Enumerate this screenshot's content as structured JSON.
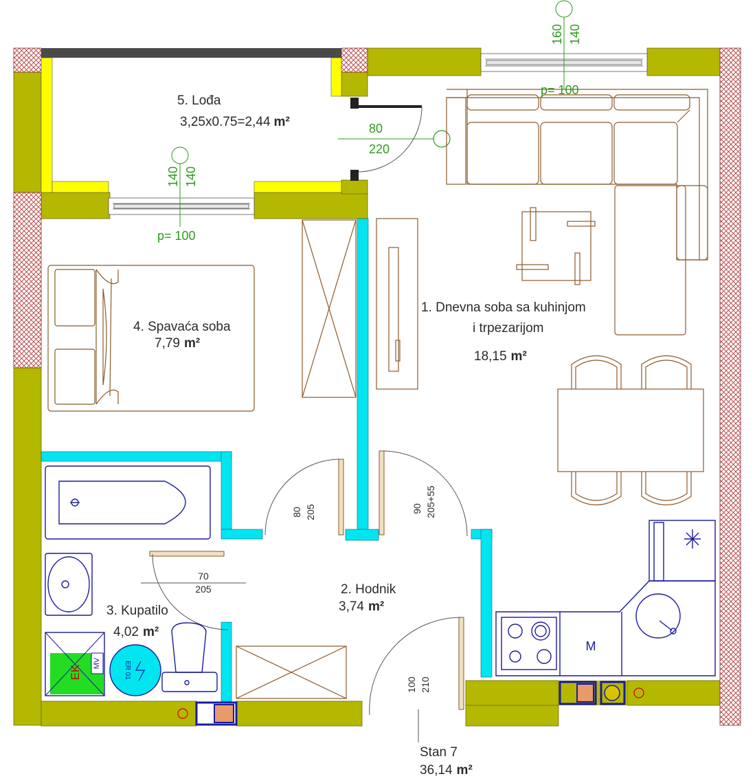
{
  "rooms": {
    "loggia": {
      "name": "5. Lođa",
      "area_formula": "3,25x0.75=2,44",
      "unit": "m²"
    },
    "living": {
      "name_line1": "1. Dnevna soba sa kuhinjom",
      "name_line2": "i trpezarijom",
      "area": "18,15",
      "unit": "m²"
    },
    "bedroom": {
      "name": "4. Spavaća soba",
      "area": "7,79",
      "unit": "m²"
    },
    "hallway": {
      "name": "2. Hodnik",
      "area": "3,74",
      "unit": "m²"
    },
    "bathroom": {
      "name": "3. Kupatilo",
      "area": "4,02",
      "unit": "m²"
    }
  },
  "apartment": {
    "name": "Stan 7",
    "area": "36,14",
    "unit": "m²"
  },
  "windows": {
    "top": {
      "width": "160",
      "height": "140",
      "parapet": "p= 100"
    },
    "loggia": {
      "width": "140",
      "height": "140",
      "parapet": "p= 100"
    }
  },
  "doors": {
    "balcony": {
      "width": "80",
      "height": "220"
    },
    "bedroom": {
      "width": "80",
      "height": "205"
    },
    "living": {
      "width": "90",
      "height": "205+55"
    },
    "bathroom": {
      "width": "70",
      "height": "205"
    },
    "entrance": {
      "width": "100",
      "height": "210"
    }
  },
  "fixtures": {
    "boiler_label": "EK",
    "mv_label": "MV",
    "er_label": "ER 01",
    "microwave_label": "M"
  },
  "colors": {
    "wall": "#b5b800",
    "hatch": "#b03030",
    "cyan": "#00e5f0",
    "yellow": "#ffff00",
    "boiler": "#22dd22",
    "furniture": "#8b5a2b",
    "kitchen": "#1a1aa0",
    "dimension_green": "#2e9a1e"
  }
}
